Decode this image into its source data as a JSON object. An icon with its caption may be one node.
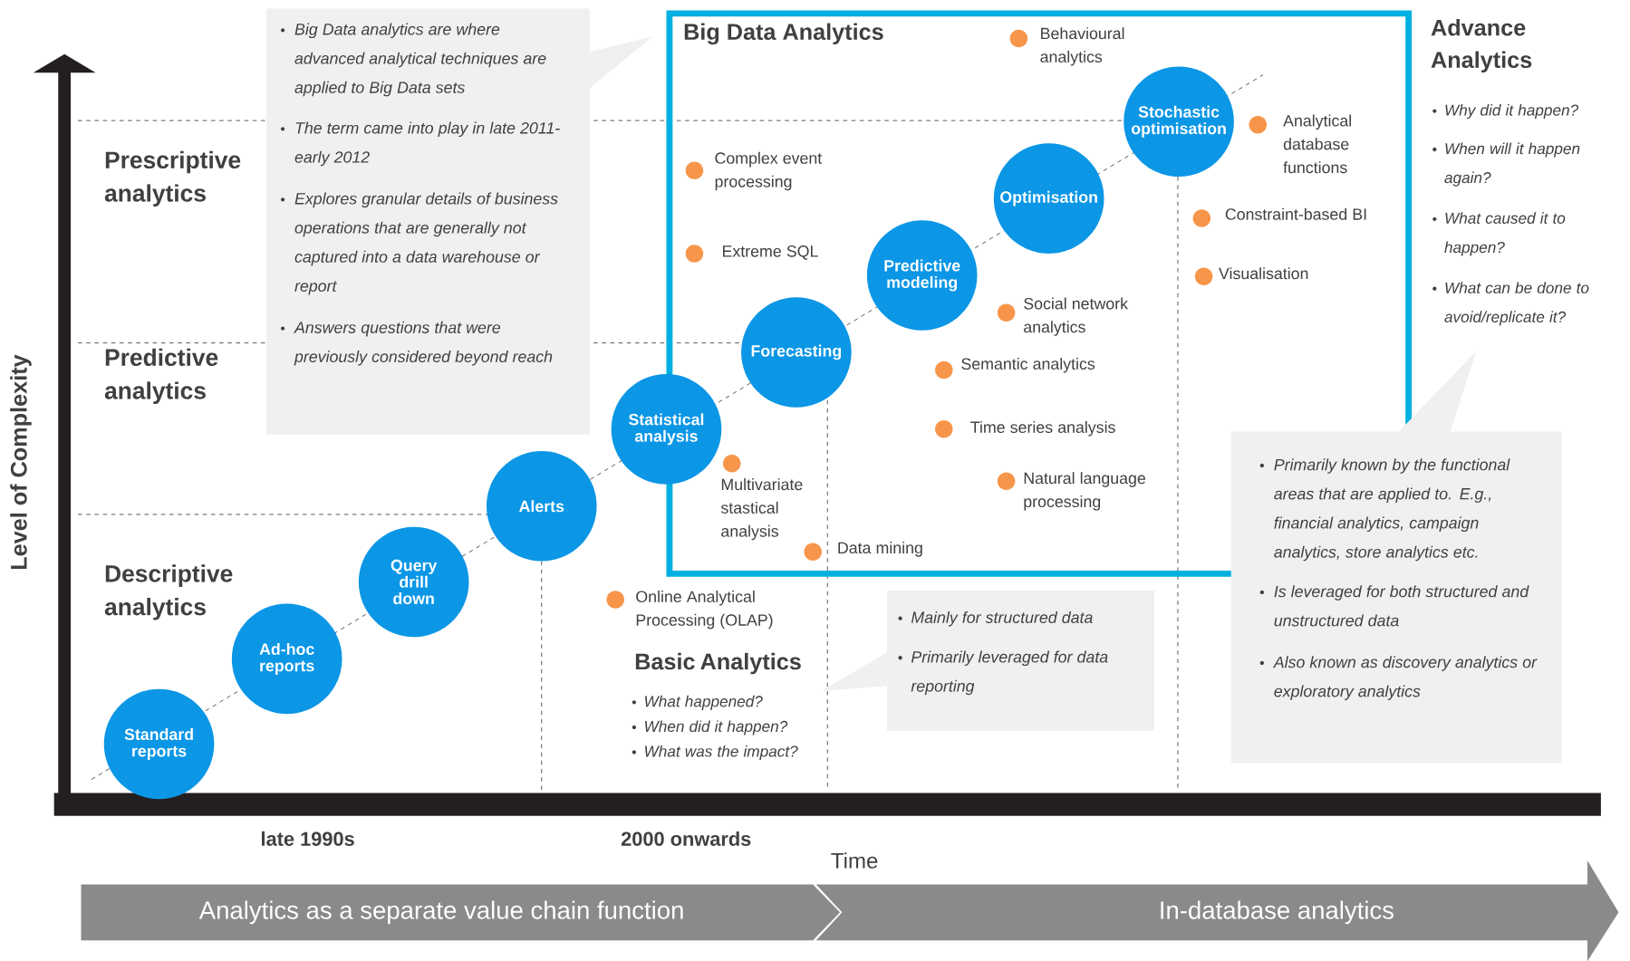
{
  "diagram": {
    "nodes": [
      {
        "text": [
          "Big Data analytics are where advanced analytical techniques are applied to Big Data sets",
          "The term came into play in late 2011-early 2012",
          "Explores granular details of business operations that are generally not captured into a data warehouse or report",
          "Answers questions that were previously considered beyond reach"
        ]
      },
      {
        "text": [
          "Big Data Analytics"
        ]
      },
      {
        "text": [
          "Standard reports"
        ]
      },
      {
        "text": [
          "Ad-hoc reports"
        ]
      },
      {
        "text": [
          "Query drill down"
        ]
      },
      {
        "text": [
          "Alerts"
        ]
      },
      {
        "text": [
          "Statistical analysis"
        ]
      },
      {
        "text": [
          "Forecasting"
        ],
        "in": 1
      },
      {
        "text": [
          "Predictive modeling"
        ],
        "in": 1
      },
      {
        "text": [
          "Optimisation"
        ],
        "in": 1
      },
      {
        "text": [
          "Stochastic optimisation"
        ],
        "in": 1
      },
      {
        "text": [
          "Mainly for structured data",
          "Primarily leveraged for data reporting"
        ]
      },
      {
        "text": [
          "Primarily known by the functional areas that are applied to. E.g., financial analytics, campaign analytics, store analytics etc.",
          "Is leveraged for both structured and unstructured data",
          "Also known as discovery analytics or exploratory analytics"
        ]
      },
      {
        "text": [
          "Analytics as a separate value chain function"
        ]
      },
      {
        "text": [
          "In-database analytics"
        ]
      }
    ],
    "labels": [
      "Level of Complexity",
      "Prescriptive analytics",
      "Predictive analytics",
      "Descriptive analytics",
      "late 1990s",
      "2000 onwards",
      "Time",
      "Behavioural analytics",
      "Analytical database functions",
      "Complex event processing",
      "Constraint-based BI",
      "Extreme SQL",
      "Visualisation",
      "Social network analytics",
      "Semantic analytics",
      "Time series analysis",
      "Multivariate stastical analysis",
      "Natural language processing",
      "Data mining",
      "Online Analytical Processing (OLAP)",
      "Basic Analytics",
      "What happened?",
      "When did it happen?",
      "What was the impact?",
      "Advance Analytics",
      "Why did it happen?",
      "When will it happen again?",
      "What caused it to happen?",
      "What can be done to avoid/replicate it?"
    ]
  }
}
